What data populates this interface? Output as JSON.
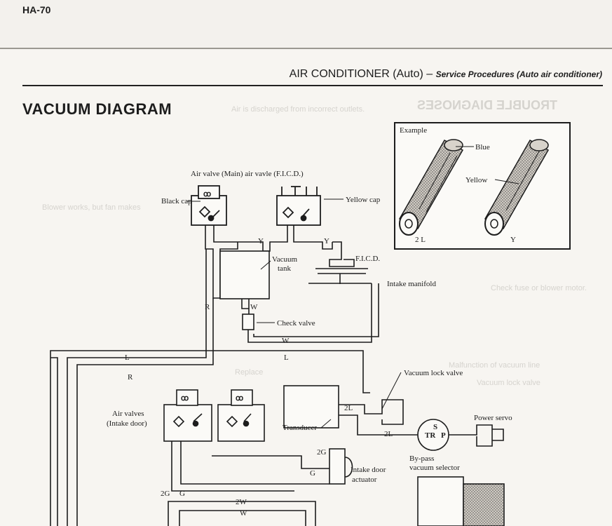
{
  "page": {
    "page_number": "HA-70",
    "header_main": "AIR CONDITIONER (Auto)",
    "header_dash": " – ",
    "header_sub": "Service Procedures (Auto air conditioner)",
    "section_title": "VACUUM DIAGRAM"
  },
  "inset": {
    "title": "Example",
    "blue": "Blue",
    "yellow": "Yellow",
    "hose_2l": "2 L",
    "hose_y": "Y"
  },
  "labels": {
    "air_valve_main": "Air valve (Main) air vavle (F.I.C.D.)",
    "black_cap": "Black cap",
    "yellow_cap": "Yellow cap",
    "vacuum_tank_1": "Vacuum",
    "vacuum_tank_2": "tank",
    "ficd": "F.I.C.D.",
    "intake_manifold": "Intake manifold",
    "check_valve": "Check valve",
    "vacuum_lock_valve": "Vacuum lock valve",
    "air_valves_1": "Air valves",
    "air_valves_2": "(Intake door)",
    "transducer": "Transducer",
    "power_servo": "Power servo",
    "bypass_1": "By-pass",
    "bypass_2": "vacuum selector",
    "intake_door_1": "Intake door",
    "intake_door_2": "actuator",
    "tr": "TR",
    "s": "S",
    "p": "P"
  },
  "hose_codes": {
    "y1": "Y",
    "y2": "Y",
    "r1": "R",
    "w1": "W",
    "w2": "W",
    "l1": "L",
    "l2": "L",
    "r2": "R",
    "l_2a": "2L",
    "l_2b": "2L",
    "g_2a": "2G",
    "g1": "G",
    "g_2b": "2G",
    "g2": "G",
    "w_2a": "2W",
    "w3": "W"
  },
  "background_text": [
    "TROUBLE DIAGNOSES",
    "Air is discharged from incorrect outlets.",
    "Blower works, but fan makes",
    "Check fuse or blower motor.",
    "Replace",
    "Vacuum lock valve",
    "Malfunction of vacuum line"
  ]
}
